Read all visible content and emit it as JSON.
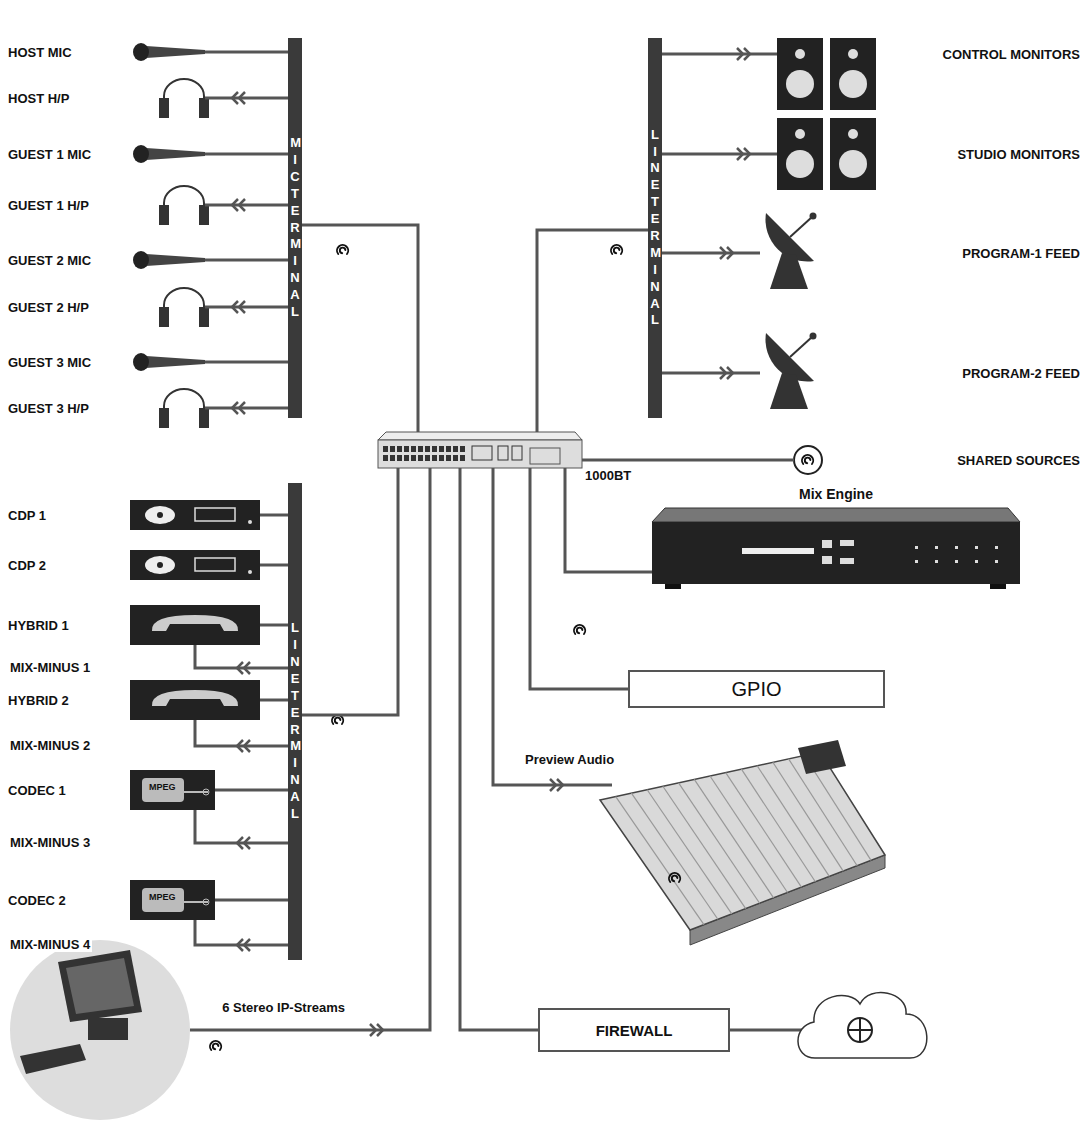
{
  "diagram": {
    "nodes": [
      {
        "text": [
          "MIC TERMINAL"
        ]
      },
      {
        "text": [
          "LINE TERMINAL"
        ]
      },
      {
        "text": [
          "LINE TERMINAL"
        ]
      },
      {
        "text": [
          "1000BT"
        ]
      },
      {
        "text": [
          "HOST MIC"
        ]
      },
      {
        "text": [
          "HOST H/P"
        ]
      },
      {
        "text": [
          "GUEST 1 MIC"
        ]
      },
      {
        "text": [
          "GUEST 1 H/P"
        ]
      },
      {
        "text": [
          "GUEST 2 MIC"
        ]
      },
      {
        "text": [
          "GUEST 2 H/P"
        ]
      },
      {
        "text": [
          "GUEST 3 MIC"
        ]
      },
      {
        "text": [
          "GUEST 3 H/P"
        ]
      },
      {
        "text": [
          "CONTROL MONITORS"
        ]
      },
      {
        "text": [
          "STUDIO MONITORS"
        ]
      },
      {
        "text": [
          "PROGRAM-1 FEED"
        ]
      },
      {
        "text": [
          "PROGRAM-2 FEED"
        ]
      },
      {
        "text": [
          "SHARED SOURCES"
        ]
      },
      {
        "text": [
          "CDP 1"
        ]
      },
      {
        "text": [
          "CDP 2"
        ]
      },
      {
        "text": [
          "HYBRID 1"
        ]
      },
      {
        "text": [
          "HYBRID 2"
        ]
      },
      {
        "text": [
          "CODEC 1"
        ]
      },
      {
        "text": [
          "CODEC 2"
        ]
      },
      {
        "text": [
          "Mix Engine"
        ]
      },
      {
        "text": [
          "GPIO"
        ]
      },
      {
        "text": [
          "Preview Audio"
        ]
      },
      {
        "text": [
          "6 Stereo IP-Streams"
        ]
      },
      {
        "text": [
          "FIREWALL"
        ]
      }
    ],
    "edges": [
      {
        "from": 4,
        "to": 0,
        "arrow": "none"
      },
      {
        "from": 0,
        "to": 5,
        "arrow": "to"
      },
      {
        "from": 6,
        "to": 0,
        "arrow": "none"
      },
      {
        "from": 0,
        "to": 7,
        "arrow": "to"
      },
      {
        "from": 8,
        "to": 0,
        "arrow": "none"
      },
      {
        "from": 0,
        "to": 9,
        "arrow": "to"
      },
      {
        "from": 10,
        "to": 0,
        "arrow": "none"
      },
      {
        "from": 0,
        "to": 11,
        "arrow": "to"
      },
      {
        "from": 1,
        "to": 12,
        "arrow": "to"
      },
      {
        "from": 1,
        "to": 13,
        "arrow": "to"
      },
      {
        "from": 1,
        "to": 14,
        "arrow": "to"
      },
      {
        "from": 1,
        "to": 15,
        "arrow": "to"
      },
      {
        "from": 17,
        "to": 2,
        "arrow": "none"
      },
      {
        "from": 18,
        "to": 2,
        "arrow": "none"
      },
      {
        "from": 19,
        "to": 2,
        "arrow": "none"
      },
      {
        "from": 2,
        "to": 19,
        "label": "MIX-MINUS 1",
        "arrow": "to"
      },
      {
        "from": 20,
        "to": 2,
        "arrow": "none"
      },
      {
        "from": 2,
        "to": 20,
        "label": "MIX-MINUS 2",
        "arrow": "to"
      },
      {
        "from": 21,
        "to": 2,
        "arrow": "none"
      },
      {
        "from": 2,
        "to": 21,
        "label": "MIX-MINUS 3",
        "arrow": "to"
      },
      {
        "from": 22,
        "to": 2,
        "arrow": "none"
      },
      {
        "from": 2,
        "to": 22,
        "label": "MIX-MINUS 4",
        "arrow": "to"
      },
      {
        "from": 0,
        "to": 3,
        "arrow": "none"
      },
      {
        "from": 1,
        "to": 3,
        "arrow": "none"
      },
      {
        "from": 2,
        "to": 3,
        "arrow": "none"
      },
      {
        "from": 3,
        "to": 16,
        "arrow": "none"
      },
      {
        "from": 3,
        "to": 23,
        "arrow": "none"
      },
      {
        "from": 3,
        "to": 24,
        "arrow": "none"
      },
      {
        "from": 3,
        "to": 25,
        "arrow": "to"
      },
      {
        "from": 26,
        "to": 3,
        "arrow": "to"
      },
      {
        "from": 3,
        "to": 27,
        "arrow": "none"
      }
    ],
    "labels": [
      "MPEG",
      "MPEG"
    ]
  }
}
